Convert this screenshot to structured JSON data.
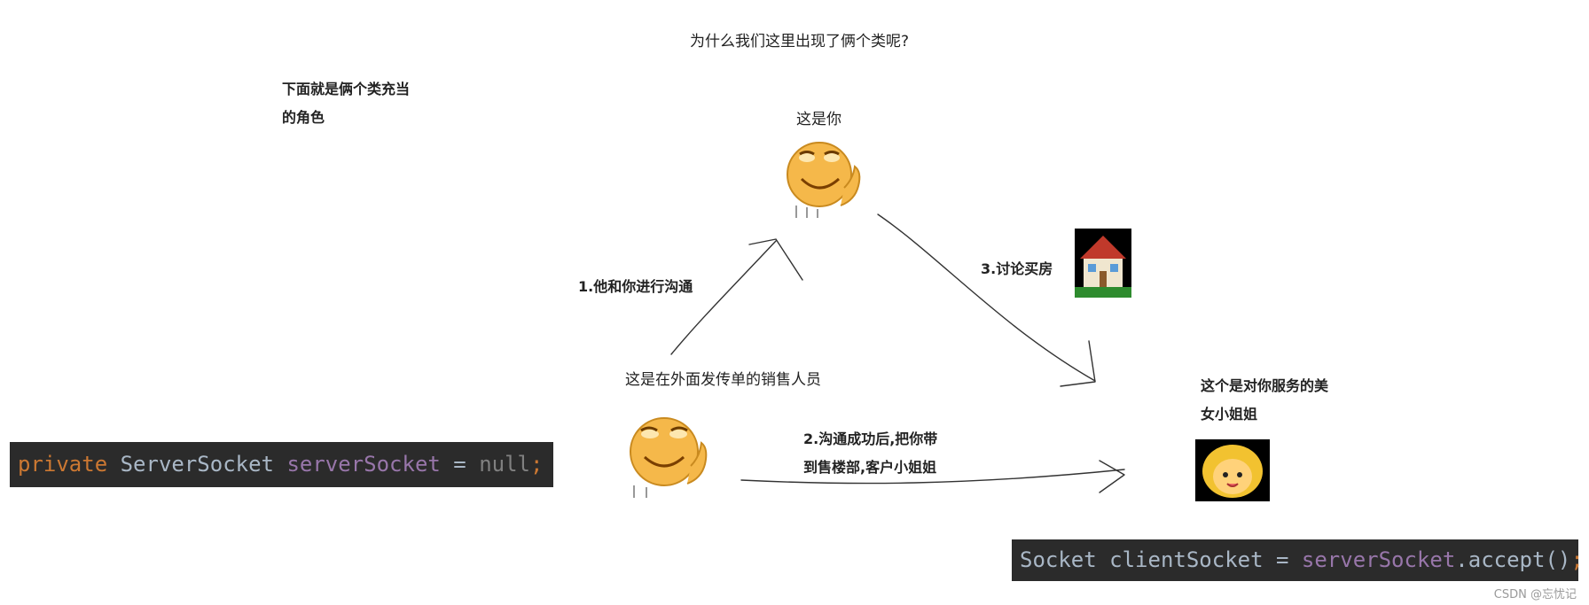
{
  "question": "为什么我们这里出现了俩个类呢?",
  "roles_note": [
    "下面就是俩个类充当",
    "的角色"
  ],
  "you_label": "这是你",
  "salesman_label": "这是在外面发传单的销售人员",
  "step1": "1.他和你进行沟通",
  "step2": [
    "2.沟通成功后,把你带",
    "到售楼部,客户小姐姐"
  ],
  "step3": "3.讨论买房",
  "service_label": [
    "这个是对你服务的美",
    "女小姐姐"
  ],
  "code_server": {
    "keyword": "private",
    "type": "ServerSocket",
    "var": "serverSocket",
    "op": "=",
    "value": "null",
    "semi": ";"
  },
  "code_client": {
    "type": "Socket",
    "var": "clientSocket",
    "op": "=",
    "obj": "serverSocket",
    "method": ".accept()",
    "semi": ";"
  },
  "watermark": "CSDN @忘忧记",
  "icons": {
    "you": "smirking-face-icon",
    "salesman": "smirking-face-icon",
    "house": "house-icon",
    "girl": "girl-face-icon"
  },
  "colors": {
    "code_bg": "#2b2b2b",
    "keyword": "#cc7832",
    "type": "#a9b7c6",
    "field": "#9876aa",
    "null": "#808080",
    "plain": "#a9b7c6"
  }
}
